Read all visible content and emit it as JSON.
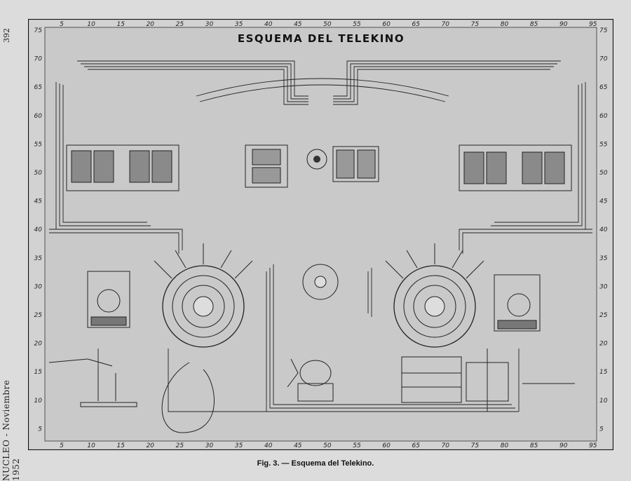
{
  "page_number": "392",
  "side_caption": "NUCLEO - Noviembre 1952",
  "diagram": {
    "title": "ESQUEMA DEL TELEKINO",
    "top_scale": [
      "5",
      "10",
      "15",
      "20",
      "25",
      "30",
      "35",
      "40",
      "45",
      "50",
      "55",
      "60",
      "65",
      "70",
      "75",
      "80",
      "85",
      "90",
      "95"
    ],
    "bottom_scale": [
      "5",
      "10",
      "15",
      "20",
      "25",
      "30",
      "35",
      "40",
      "45",
      "50",
      "55",
      "60",
      "65",
      "70",
      "75",
      "80",
      "85",
      "90",
      "95"
    ],
    "left_scale": [
      "75",
      "70",
      "65",
      "60",
      "55",
      "50",
      "45",
      "40",
      "35",
      "30",
      "25",
      "20",
      "15",
      "10",
      "5"
    ],
    "right_scale": [
      "75",
      "70",
      "65",
      "60",
      "55",
      "50",
      "45",
      "40",
      "35",
      "30",
      "25",
      "20",
      "15",
      "10",
      "5"
    ]
  },
  "caption": "Fig. 3. — Esquema del Telekino.",
  "colors": {
    "paper": "#dcdcdc",
    "plate": "#cfcfcf",
    "ink": "#1a1a1a",
    "inner": "#c6c6c6"
  }
}
